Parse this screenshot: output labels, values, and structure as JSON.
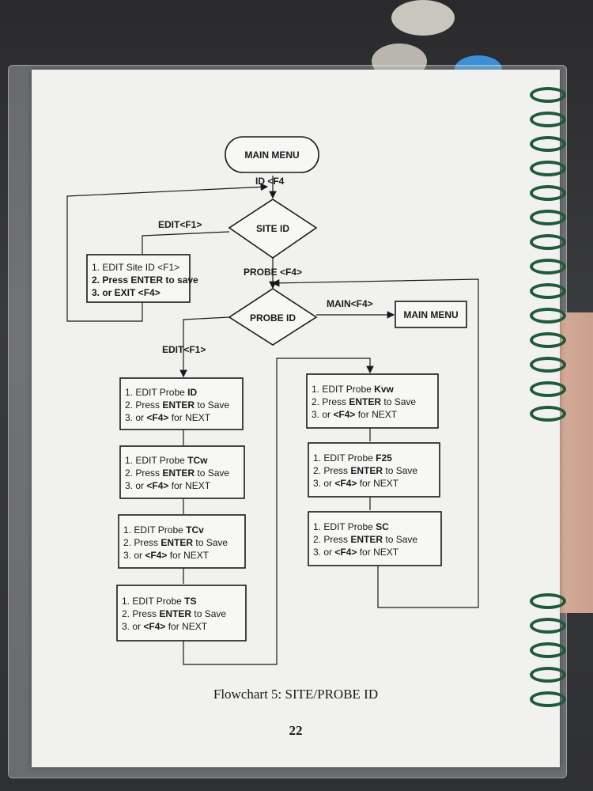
{
  "diagram": {
    "main_menu_top": "MAIN MENU",
    "id_f4": "ID <F4",
    "site_id": "SITE ID",
    "edit_f1_site": "EDIT<F1>",
    "site_box": {
      "l1": "1. EDIT Site ID <F1>",
      "l2": "2. Press ENTER to save",
      "l3": "3. or EXIT <F4>"
    },
    "probe_f4": "PROBE <F4>",
    "probe_id": "PROBE ID",
    "main_f4": "MAIN<F4>",
    "main_menu_right": "MAIN MENU",
    "edit_f1_probe": "EDIT<F1>",
    "boxes": [
      {
        "pre": "1. EDIT Probe ",
        "name": "ID",
        "l2a": "2. Press ",
        "l2b": "ENTER",
        "l2c": " to Save",
        "l3a": "3. or ",
        "l3b": "<F4>",
        "l3c": " for NEXT"
      },
      {
        "pre": "1. EDIT Probe ",
        "name": "TCw",
        "l2a": "2. Press ",
        "l2b": "ENTER",
        "l2c": " to Save",
        "l3a": "3. or ",
        "l3b": "<F4>",
        "l3c": " for NEXT"
      },
      {
        "pre": "1. EDIT Probe ",
        "name": "TCv",
        "l2a": "2. Press ",
        "l2b": "ENTER",
        "l2c": " to Save",
        "l3a": "3. or ",
        "l3b": "<F4>",
        "l3c": " for NEXT"
      },
      {
        "pre": "1. EDIT Probe ",
        "name": "TS",
        "l2a": "2. Press ",
        "l2b": "ENTER",
        "l2c": " to Save",
        "l3a": "3. or ",
        "l3b": "<F4>",
        "l3c": " for NEXT"
      },
      {
        "pre": "1. EDIT Probe ",
        "name": "Kvw",
        "l2a": "2. Press ",
        "l2b": "ENTER",
        "l2c": " to Save",
        "l3a": "3. or ",
        "l3b": "<F4>",
        "l3c": " for NEXT"
      },
      {
        "pre": "1. EDIT Probe ",
        "name": "F25",
        "l2a": "2. Press ",
        "l2b": "ENTER",
        "l2c": " to Save",
        "l3a": "3. or ",
        "l3b": "<F4>",
        "l3c": " for NEXT"
      },
      {
        "pre": "1. EDIT Probe ",
        "name": "SC",
        "l2a": "2. Press ",
        "l2b": "ENTER",
        "l2c": " to Save",
        "l3a": "3. or ",
        "l3b": "<F4>",
        "l3c": " for NEXT"
      }
    ]
  },
  "caption": "Flowchart 5: SITE/PROBE ID",
  "page_number": "22"
}
